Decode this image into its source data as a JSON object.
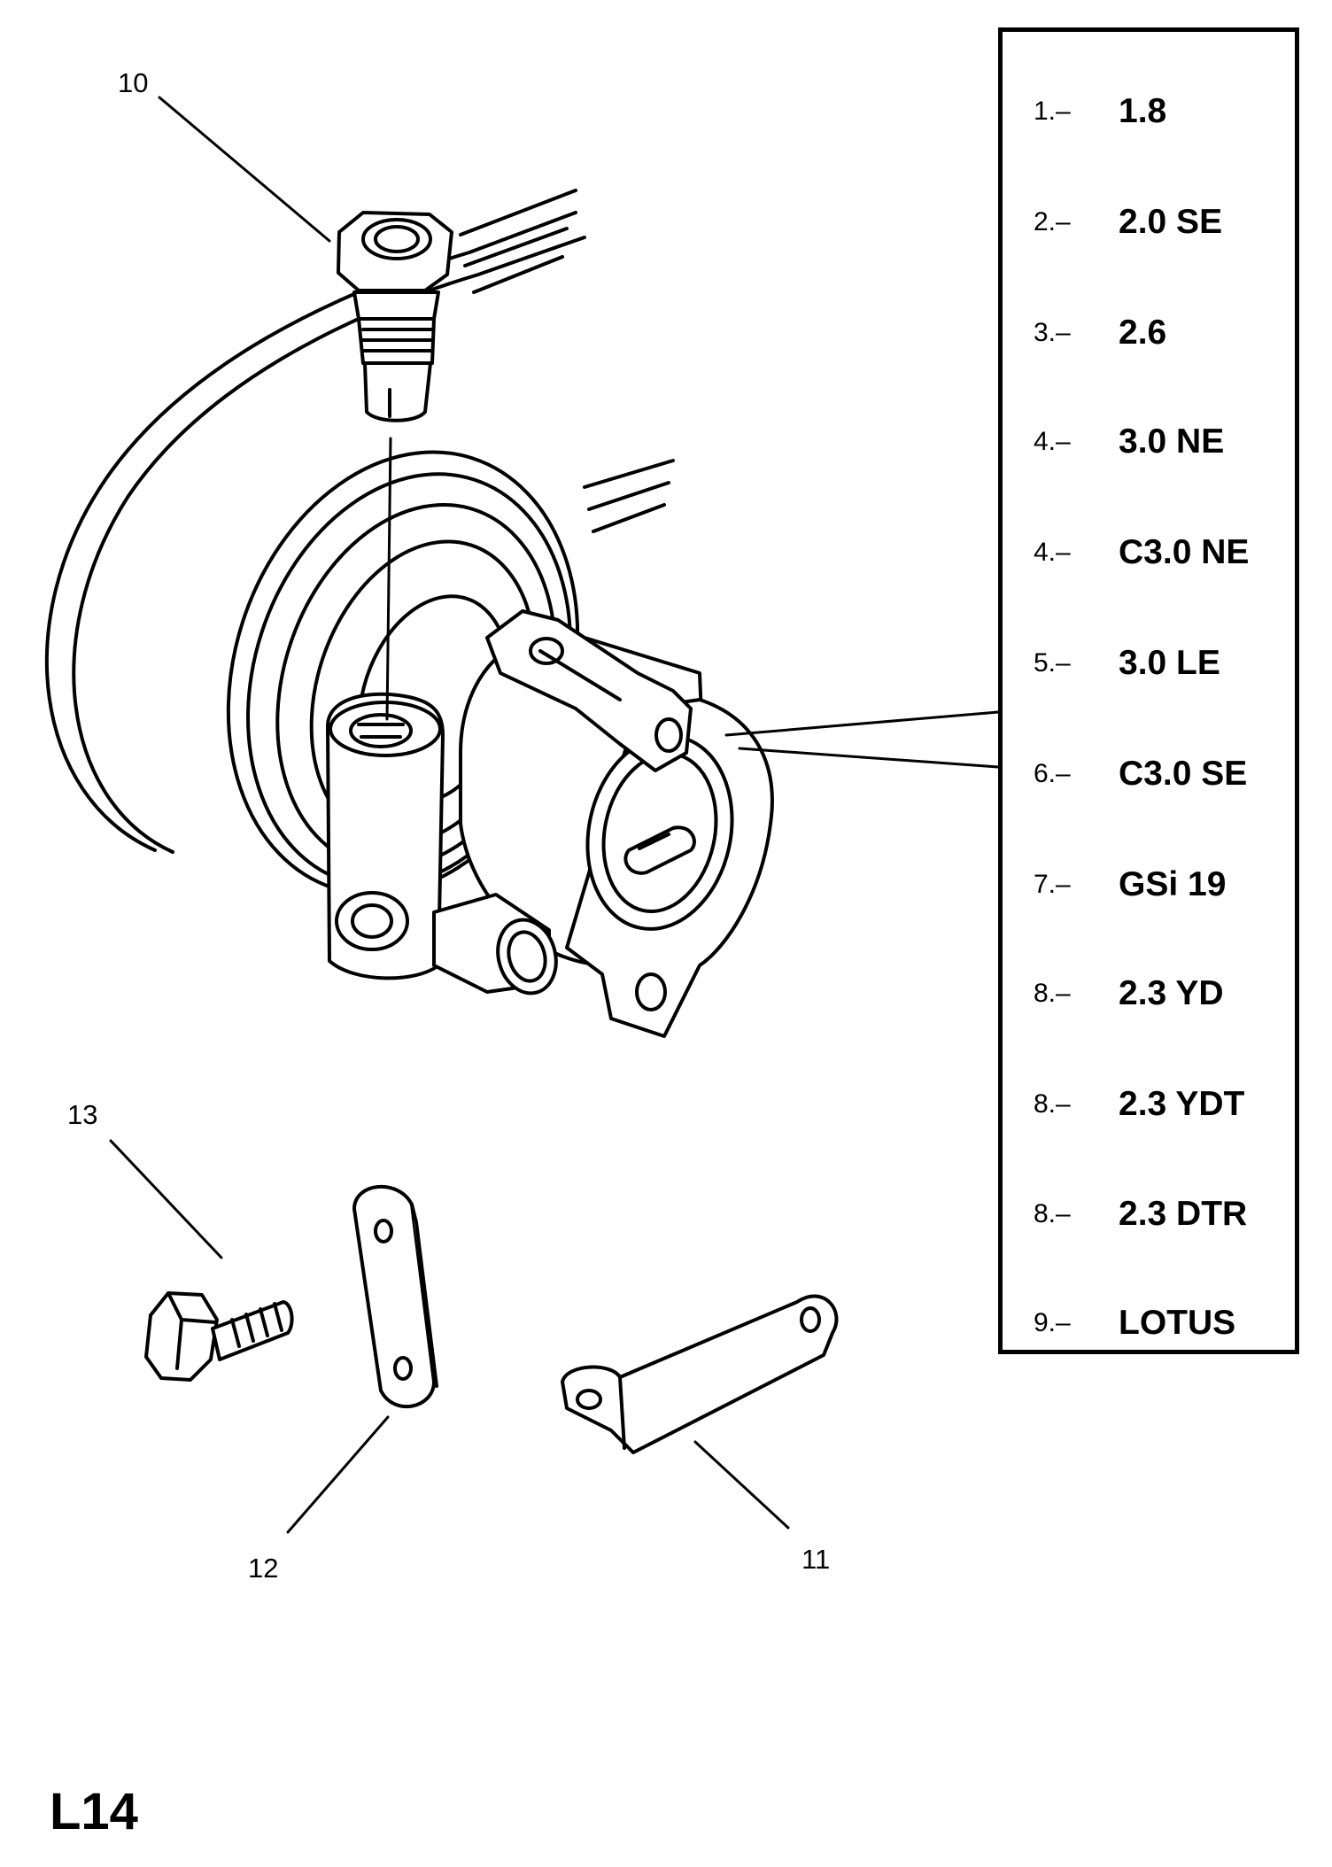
{
  "callouts": {
    "c10": "10",
    "c11": "11",
    "c12": "12",
    "c13": "13"
  },
  "legend": [
    {
      "num": "1.–",
      "model": "1.8"
    },
    {
      "num": "2.–",
      "model": "2.0 SE"
    },
    {
      "num": "3.–",
      "model": "2.6"
    },
    {
      "num": "4.–",
      "model": "3.0 NE"
    },
    {
      "num": "4.–",
      "model": "C3.0 NE"
    },
    {
      "num": "5.–",
      "model": "3.0 LE"
    },
    {
      "num": "6.–",
      "model": "C3.0 SE"
    },
    {
      "num": "7.–",
      "model": "GSi 19"
    },
    {
      "num": "8.–",
      "model": "2.3 YD"
    },
    {
      "num": "8.–",
      "model": "2.3 YDT"
    },
    {
      "num": "8.–",
      "model": "2.3 DTR"
    },
    {
      "num": "9.–",
      "model": "LOTUS"
    }
  ],
  "page_code": "L14"
}
